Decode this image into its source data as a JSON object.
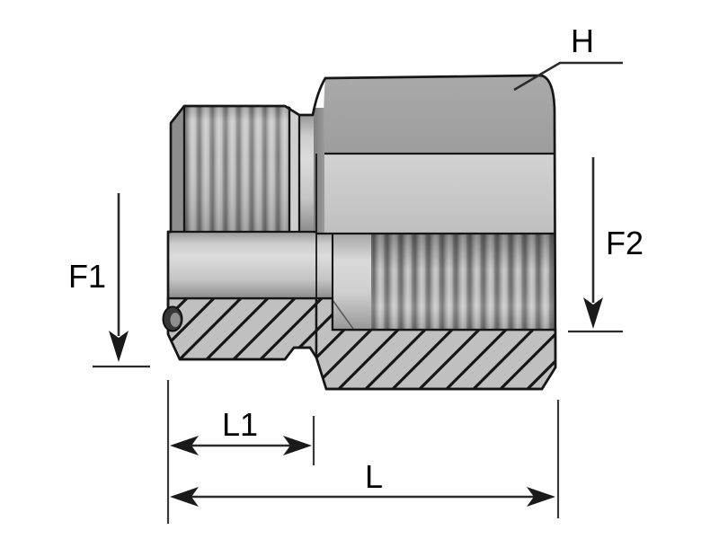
{
  "diagram": {
    "kind": "technical-drawing",
    "labels": {
      "h": "H",
      "f1": "F1",
      "f2": "F2",
      "l1": "L1",
      "l": "L"
    }
  },
  "colors": {
    "background": "#ffffff",
    "outline": "#161616",
    "dimension_line": "#2b2b2b",
    "extension_line": "#3a3a3a",
    "label_text": "#000000",
    "body_light_face": "#c9c9c9",
    "body_top_face": "#a4a4a4",
    "body_dark_edge": "#868686",
    "thread_dark": "#757575",
    "thread_light": "#c6c6c6",
    "hatch_fill": "#c0c0c0",
    "oring_dark": "#383838",
    "oring_core": "#8f8f8f"
  }
}
